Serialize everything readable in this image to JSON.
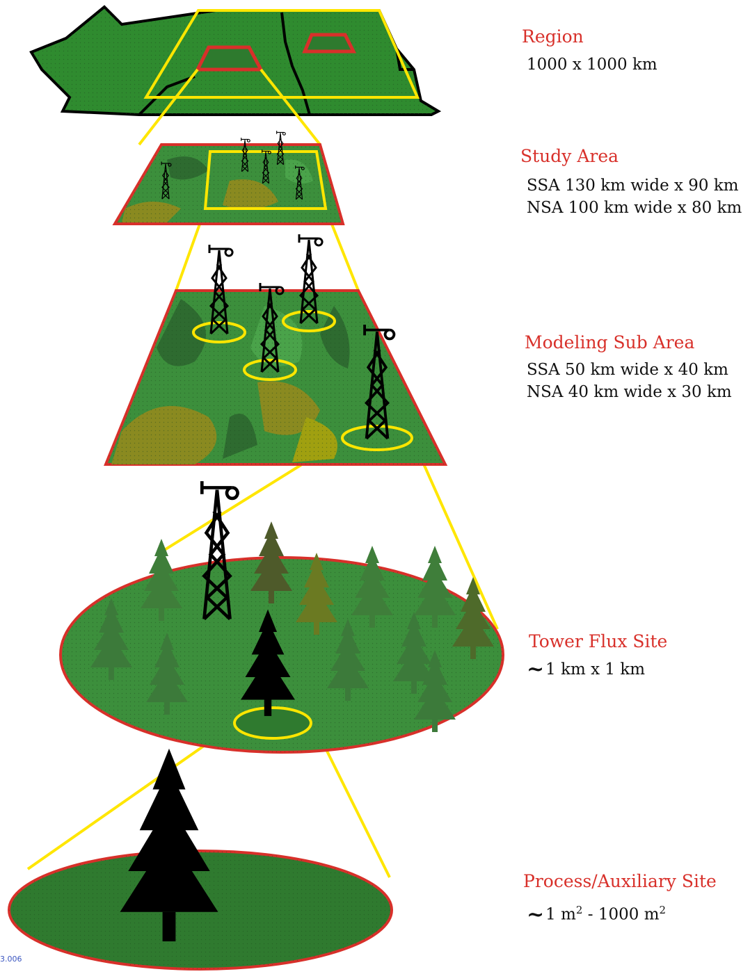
{
  "levels": [
    {
      "title": "Region",
      "details": [
        "1000 x 1000 km"
      ]
    },
    {
      "title": "Study Area",
      "details": [
        "SSA 130 km wide x 90 km",
        "NSA 100 km wide x 80 km"
      ]
    },
    {
      "title": "Modeling Sub Area",
      "details": [
        "SSA 50 km wide x 40 km",
        "NSA 40 km wide x 30 km"
      ]
    },
    {
      "title": "Tower Flux Site",
      "details": [
        "1 km x 1 km"
      ]
    },
    {
      "title": "Process/Auxiliary Site",
      "details": [
        "1 m",
        "2",
        " - 1000 m",
        "2"
      ]
    }
  ],
  "corner_mark": "3.006",
  "colors": {
    "title_red": "#d8302a",
    "connector_yellow": "#ffe600",
    "ground_green": "#3f8a3a",
    "forest_green": "#2e6b30",
    "olive": "#8a8a20"
  }
}
